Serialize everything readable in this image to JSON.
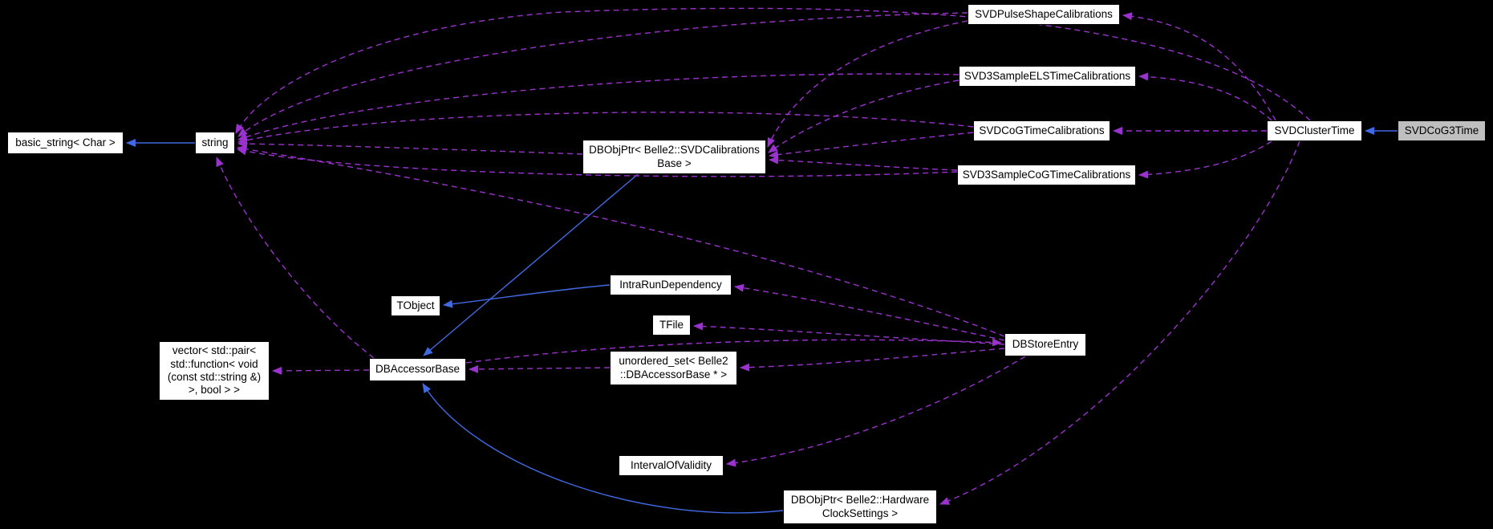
{
  "diagram": {
    "kind": "collaboration-graph",
    "highlighted_node": "SVDCoG3Time"
  },
  "colors": {
    "background": "#000000",
    "edge_usage": "#9a32cd",
    "edge_inherit": "#4169e1",
    "node_fill": "#ffffff",
    "node_border": "#000000",
    "node_text": "#000000",
    "highlight_fill": "#bfbfbf"
  },
  "nodes": [
    {
      "id": "basic_string",
      "label": "basic_string< Char >",
      "highlighted": false
    },
    {
      "id": "string",
      "label": "string",
      "highlighted": false
    },
    {
      "id": "svdcal_dbobjptr",
      "label": "DBObjPtr< Belle2::SVDCalibrations\nBase >",
      "highlighted": false
    },
    {
      "id": "pulse",
      "label": "SVDPulseShapeCalibrations",
      "highlighted": false
    },
    {
      "id": "els",
      "label": "SVD3SampleELSTimeCalibrations",
      "highlighted": false
    },
    {
      "id": "cog",
      "label": "SVDCoGTimeCalibrations",
      "highlighted": false
    },
    {
      "id": "cog3s",
      "label": "SVD3SampleCoGTimeCalibrations",
      "highlighted": false
    },
    {
      "id": "clustertime",
      "label": "SVDClusterTime",
      "highlighted": false
    },
    {
      "id": "cog3time",
      "label": "SVDCoG3Time",
      "highlighted": true
    },
    {
      "id": "tobject",
      "label": "TObject",
      "highlighted": false
    },
    {
      "id": "intrarun",
      "label": "IntraRunDependency",
      "highlighted": false
    },
    {
      "id": "tfile",
      "label": "TFile",
      "highlighted": false
    },
    {
      "id": "dbstore",
      "label": "DBStoreEntry",
      "highlighted": false
    },
    {
      "id": "vector",
      "label": "vector< std::pair<\nstd::function< void\n(const std::string &)\n>, bool > >",
      "highlighted": false
    },
    {
      "id": "dbaccessor",
      "label": "DBAccessorBase",
      "highlighted": false
    },
    {
      "id": "uset",
      "label": "unordered_set< Belle2\n::DBAccessorBase * >",
      "highlighted": false
    },
    {
      "id": "iov",
      "label": "IntervalOfValidity",
      "highlighted": false
    },
    {
      "id": "hw_dbobjptr",
      "label": "DBObjPtr< Belle2::Hardware\nClockSettings >",
      "highlighted": false
    }
  ],
  "edges": [
    {
      "from": "string",
      "to": "basic_string",
      "kind": "inherit"
    },
    {
      "from": "cog3time",
      "to": "clustertime",
      "kind": "inherit"
    },
    {
      "from": "intrarun",
      "to": "tobject",
      "kind": "inherit"
    },
    {
      "from": "svdcal_dbobjptr",
      "to": "dbaccessor",
      "kind": "inherit"
    },
    {
      "from": "hw_dbobjptr",
      "to": "dbaccessor",
      "kind": "inherit"
    },
    {
      "from": "pulse",
      "to": "string",
      "kind": "usage"
    },
    {
      "from": "els",
      "to": "string",
      "kind": "usage"
    },
    {
      "from": "cog",
      "to": "string",
      "kind": "usage"
    },
    {
      "from": "cog3s",
      "to": "string",
      "kind": "usage"
    },
    {
      "from": "svdcal_dbobjptr",
      "to": "string",
      "kind": "usage"
    },
    {
      "from": "clustertime",
      "to": "string",
      "kind": "usage"
    },
    {
      "from": "dbaccessor",
      "to": "string",
      "kind": "usage"
    },
    {
      "from": "dbstore",
      "to": "string",
      "kind": "usage"
    },
    {
      "from": "pulse",
      "to": "svdcal_dbobjptr",
      "kind": "usage"
    },
    {
      "from": "els",
      "to": "svdcal_dbobjptr",
      "kind": "usage"
    },
    {
      "from": "cog",
      "to": "svdcal_dbobjptr",
      "kind": "usage"
    },
    {
      "from": "cog3s",
      "to": "svdcal_dbobjptr",
      "kind": "usage"
    },
    {
      "from": "clustertime",
      "to": "pulse",
      "kind": "usage"
    },
    {
      "from": "clustertime",
      "to": "els",
      "kind": "usage"
    },
    {
      "from": "clustertime",
      "to": "cog",
      "kind": "usage"
    },
    {
      "from": "clustertime",
      "to": "cog3s",
      "kind": "usage"
    },
    {
      "from": "clustertime",
      "to": "hw_dbobjptr",
      "kind": "usage"
    },
    {
      "from": "dbaccessor",
      "to": "vector",
      "kind": "usage"
    },
    {
      "from": "dbaccessor",
      "to": "dbstore",
      "kind": "usage"
    },
    {
      "from": "dbstore",
      "to": "uset",
      "kind": "usage"
    },
    {
      "from": "uset",
      "to": "dbaccessor",
      "kind": "usage"
    },
    {
      "from": "dbstore",
      "to": "intrarun",
      "kind": "usage"
    },
    {
      "from": "dbstore",
      "to": "tfile",
      "kind": "usage"
    },
    {
      "from": "dbstore",
      "to": "iov",
      "kind": "usage"
    }
  ]
}
